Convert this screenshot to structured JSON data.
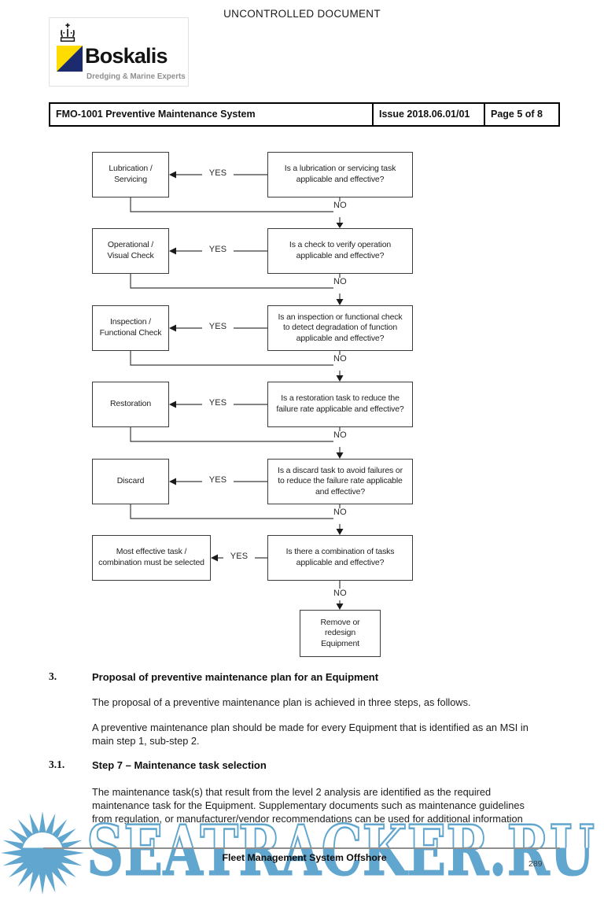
{
  "page": {
    "uncontrolled_label": "UNCONTROLLED DOCUMENT"
  },
  "logo": {
    "name": "Boskalis",
    "tagline": "Dredging & Marine Experts"
  },
  "doc_info": {
    "title": "FMO-1001 Preventive Maintenance System",
    "issue": "Issue 2018.06.01/01",
    "page": "Page 5 of 8"
  },
  "flowchart": {
    "rows": [
      {
        "action": "Lubrication /\nServicing",
        "question": "Is a lubrication or servicing task\napplicable and effective?",
        "yes_label": "YES",
        "no_label": "NO"
      },
      {
        "action": "Operational /\nVisual Check",
        "question": "Is a check to verify operation\napplicable and effective?",
        "yes_label": "YES",
        "no_label": "NO"
      },
      {
        "action": "Inspection /\nFunctional Check",
        "question": "Is an inspection or functional check\nto detect degradation of function\napplicable and effective?",
        "yes_label": "YES",
        "no_label": "NO"
      },
      {
        "action": "Restoration",
        "question": "Is a restoration task to reduce the\nfailure rate applicable and effective?",
        "yes_label": "YES",
        "no_label": "NO"
      },
      {
        "action": "Discard",
        "question": "Is a discard task to avoid failures or\nto reduce the failure rate applicable\nand effective?",
        "yes_label": "YES",
        "no_label": "NO"
      },
      {
        "action": "Most effective task /\ncombination must be selected",
        "question": "Is there a combination of tasks\napplicable and effective?",
        "yes_label": "YES",
        "no_label": "NO"
      }
    ],
    "terminal": "Remove or\nredesign\nEquipment"
  },
  "sections": [
    {
      "number": "3.",
      "title": "Proposal of preventive maintenance plan for an Equipment"
    },
    {
      "number": "3.1.",
      "title": "Step 7 – Maintenance task selection"
    }
  ],
  "paragraphs": {
    "p1": "The proposal of a preventive maintenance plan is achieved in three steps, as follows.",
    "p2": "A preventive maintenance plan should be made for every Equipment that is identified as an MSI in\nmain step 1, sub-step 2.",
    "p3": "The maintenance task(s) that result from the level 2 analysis are identified as the required\nmaintenance task for the Equipment. Supplementary documents such as maintenance guidelines\nfrom regulation, or manufacturer/vendor recommendations can be used for additional information"
  },
  "footer": {
    "title": "Fleet Management System Offshore",
    "page_number": "289"
  },
  "watermark": {
    "text": "SEATRACKER.RU"
  },
  "colors": {
    "watermark_blue": "#60A6CE",
    "logo_navy": "#1C2B6E",
    "logo_yellow": "#FFDC00",
    "line_dark": "#3c3c3c"
  }
}
